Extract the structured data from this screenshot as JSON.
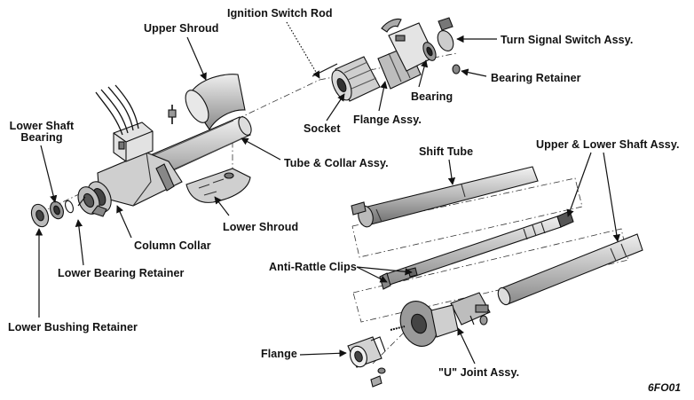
{
  "labels": {
    "ignition_switch_rod": "Ignition Switch Rod",
    "upper_shroud": "Upper Shroud",
    "turn_signal_switch_assy": "Turn Signal Switch Assy.",
    "bearing_retainer": "Bearing Retainer",
    "bearing": "Bearing",
    "socket": "Socket",
    "flange_assy": "Flange Assy.",
    "lower_shaft_bearing_line1": "Lower Shaft",
    "lower_shaft_bearing_line2": "Bearing",
    "tube_collar_assy": "Tube & Collar Assy.",
    "shift_tube": "Shift Tube",
    "upper_lower_shaft_assy": "Upper & Lower Shaft Assy.",
    "column_collar": "Column Collar",
    "lower_shroud": "Lower Shroud",
    "lower_bearing_retainer": "Lower Bearing Retainer",
    "anti_rattle_clips": "Anti-Rattle Clips",
    "lower_bushing_retainer": "Lower Bushing Retainer",
    "flange": "Flange",
    "u_joint_assy": "\"U\" Joint Assy.",
    "figure_code": "6FO01"
  },
  "colors": {
    "line": "#111111",
    "part_fill": "#d9d9d9",
    "part_shade": "#9a9a9a",
    "background": "#ffffff"
  }
}
